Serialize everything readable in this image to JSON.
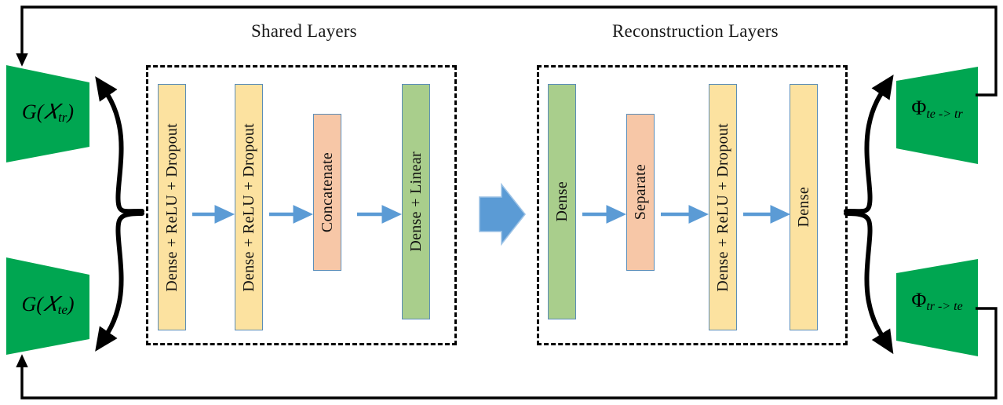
{
  "diagram": {
    "title_shared": "Shared Layers",
    "title_reconstruction": "Reconstruction Layers",
    "colors": {
      "green_block": "#00A651",
      "layer_yellow": "#FCE2A0",
      "layer_orange": "#F7C7A7",
      "layer_green": "#A9CE8C",
      "layer_border": "#5B8DB8",
      "arrow_blue": "#5B9BD5",
      "line_black": "#000000"
    },
    "inputs": [
      {
        "name": "input-train",
        "text": "G(𝑋",
        "sub": "tr",
        "close": ")",
        "full": "G(X_tr)"
      },
      {
        "name": "input-test",
        "text": "G(𝑋",
        "sub": "te",
        "close": ")",
        "full": "G(X_te)"
      }
    ],
    "outputs": [
      {
        "name": "output-te-to-tr",
        "symbol": "Φ",
        "sub": "te -> tr",
        "full": "Φ_te->tr"
      },
      {
        "name": "output-tr-to-te",
        "symbol": "Φ",
        "sub": "tr -> te",
        "full": "Φ_tr->te"
      }
    ],
    "shared_layers": [
      {
        "label": "Dense + ReLU + Dropout",
        "color": "yellow"
      },
      {
        "label": "Dense + ReLU + Dropout",
        "color": "yellow"
      },
      {
        "label": "Concatenate",
        "color": "orange"
      },
      {
        "label": "Dense + Linear",
        "color": "green"
      }
    ],
    "reconstruction_layers": [
      {
        "label": "Dense",
        "color": "green"
      },
      {
        "label": "Separate",
        "color": "orange"
      },
      {
        "label": "Dense + ReLU + Dropout",
        "color": "yellow"
      },
      {
        "label": "Dense",
        "color": "yellow"
      }
    ]
  }
}
